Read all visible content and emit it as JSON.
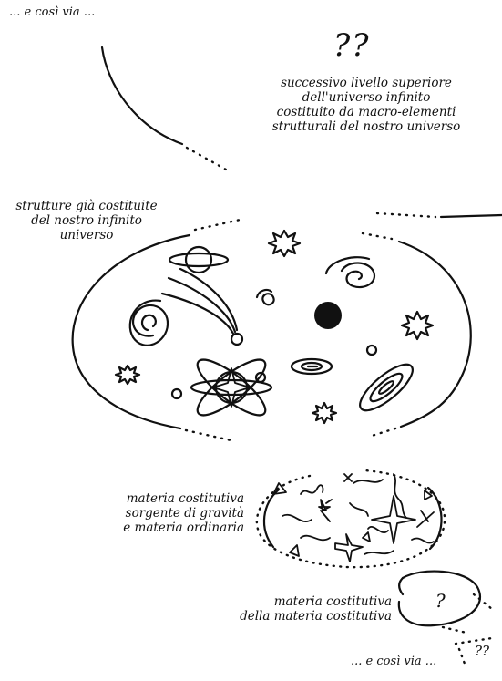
{
  "texts": {
    "top_left": "... e così via ...",
    "big_question": "??",
    "upper_level": [
      "successivo livello superiore",
      "dell'universo infinito",
      "costituito da macro-elementi",
      "strutturali del nostro universo"
    ],
    "structures": [
      "strutture già costituite",
      "del nostro infinito",
      "universo"
    ],
    "materia": [
      "materia costitutiva",
      "sorgente di gravità",
      "e materia ordinaria"
    ],
    "materia_della": [
      "materia costitutiva",
      "della materia costitutiva"
    ],
    "small_question": "?",
    "bottom_right": "... e così via ...",
    "tiny_question": "??"
  },
  "colors": {
    "ink": "#111111",
    "background": "#ffffff"
  }
}
